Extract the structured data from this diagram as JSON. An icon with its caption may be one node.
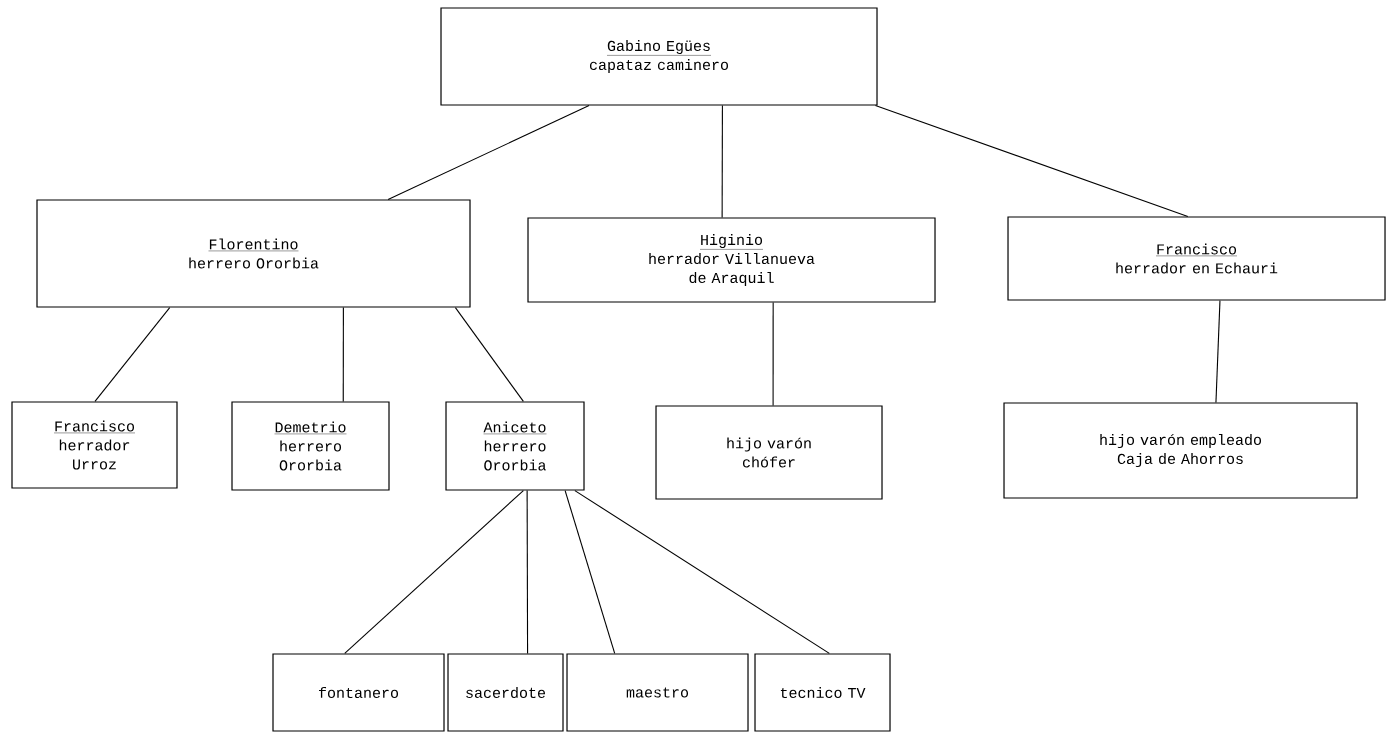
{
  "diagram": {
    "nodes": [
      {
        "text": [
          "Gabino Egües",
          "capataz caminero"
        ]
      },
      {
        "text": [
          "Florentino",
          "herrero Ororbia"
        ]
      },
      {
        "text": [
          "Higinio",
          "herrador Villanueva de Araquil"
        ]
      },
      {
        "text": [
          "Francisco",
          "herrador en Echauri"
        ]
      },
      {
        "text": [
          "Francisco",
          "herrador Urroz"
        ]
      },
      {
        "text": [
          "Demetrio",
          "herrero Ororbia"
        ]
      },
      {
        "text": [
          "Aniceto",
          "herrero Ororbia"
        ]
      },
      {
        "text": [
          "hijo varón chófer"
        ]
      },
      {
        "text": [
          "hijo varón empleado Caja de Ahorros"
        ]
      },
      {
        "text": [
          "fontanero"
        ]
      },
      {
        "text": [
          "sacerdote"
        ]
      },
      {
        "text": [
          "maestro"
        ]
      },
      {
        "text": [
          "tecnico TV"
        ]
      }
    ],
    "edges": [
      {
        "from": 0,
        "to": 1,
        "arrow": "none"
      },
      {
        "from": 0,
        "to": 2,
        "arrow": "none"
      },
      {
        "from": 0,
        "to": 3,
        "arrow": "none"
      },
      {
        "from": 1,
        "to": 4,
        "arrow": "none"
      },
      {
        "from": 1,
        "to": 5,
        "arrow": "none"
      },
      {
        "from": 1,
        "to": 6,
        "arrow": "none"
      },
      {
        "from": 2,
        "to": 7,
        "arrow": "none"
      },
      {
        "from": 3,
        "to": 8,
        "arrow": "none"
      },
      {
        "from": 6,
        "to": 9,
        "arrow": "none"
      },
      {
        "from": 6,
        "to": 10,
        "arrow": "none"
      },
      {
        "from": 6,
        "to": 11,
        "arrow": "none"
      },
      {
        "from": 6,
        "to": 12,
        "arrow": "none"
      }
    ]
  }
}
